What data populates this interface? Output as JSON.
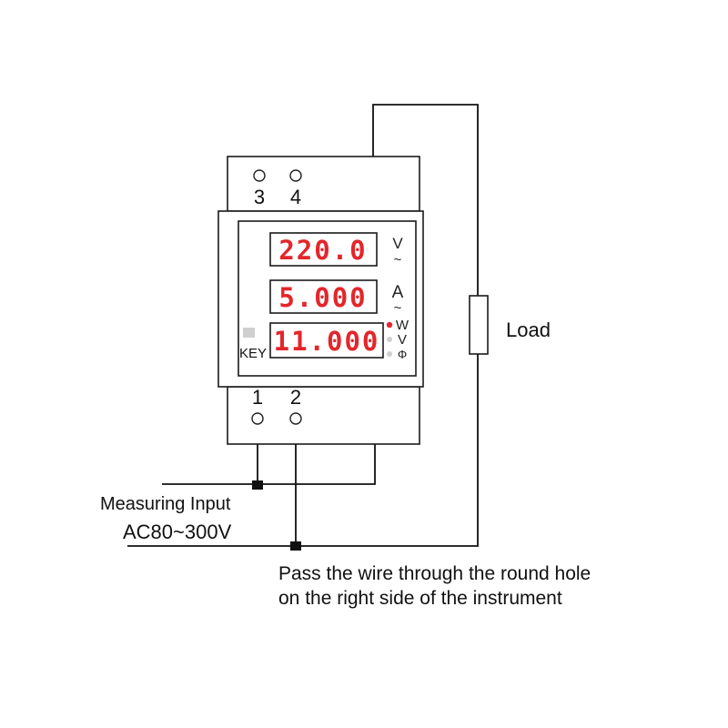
{
  "terminals": {
    "t3": "3",
    "t4": "4",
    "t1": "1",
    "t2": "2"
  },
  "display": {
    "row1": {
      "value": "220.0",
      "unit": "V"
    },
    "row2": {
      "value": "5.000",
      "unit": "A"
    },
    "row3": {
      "value": "11.000",
      "units": [
        "W",
        "V",
        "Φ"
      ]
    },
    "key_label": "KEY",
    "digit_color": "#e3262b"
  },
  "labels": {
    "load": "Load",
    "measuring_input": "Measuring Input",
    "voltage_range": "AC80~300V",
    "note_line1": "Pass the wire through the round hole",
    "note_line2": "on the right side of the instrument"
  }
}
